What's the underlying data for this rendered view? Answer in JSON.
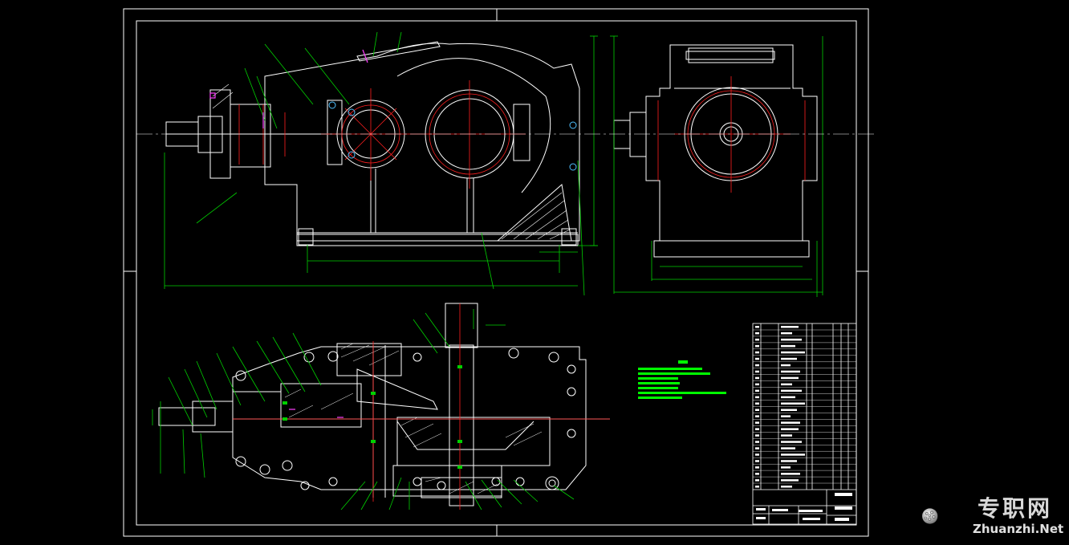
{
  "drawing": {
    "background": "#000000",
    "line_colors": {
      "outline": "#ffffff",
      "centerline": "#ff2020",
      "dimension": "#00d000",
      "hatch": "#ffffff",
      "highlight": "#ff40ff",
      "note": "#00ff00"
    },
    "views": [
      "front-view",
      "side-view",
      "top-section-view"
    ]
  },
  "watermark": {
    "cn": "专职网",
    "en": "Zhuanzhi.Net",
    "icon": "flower-ball-logo-icon"
  }
}
